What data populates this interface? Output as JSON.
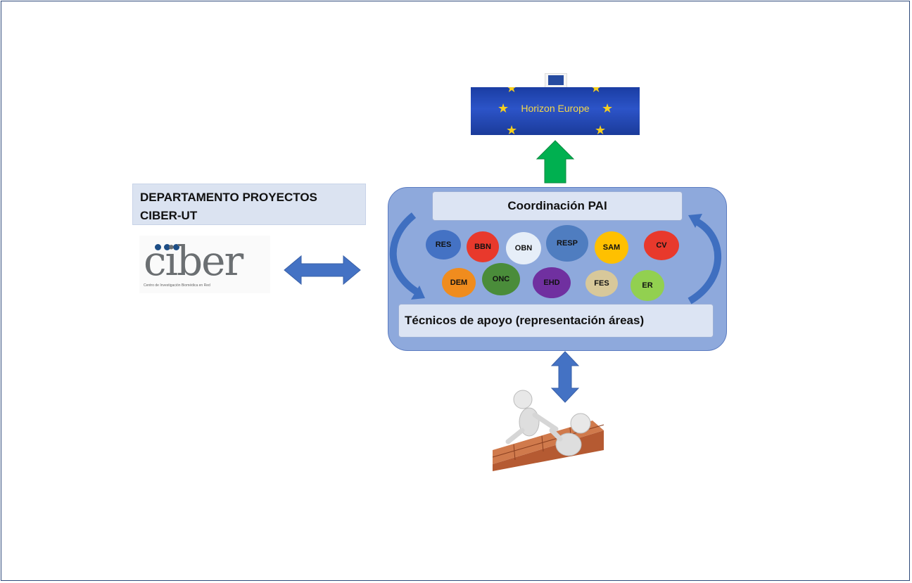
{
  "department": {
    "line1": "DEPARTAMENTO PROYECTOS",
    "line2": "CIBER-UT"
  },
  "ciber_logo": {
    "word": "ciber",
    "subtitle": "Centro de Investigación Biomédica en Red"
  },
  "horizon": {
    "text": "Horizon Europe"
  },
  "coordination": {
    "label": "Coordinación PAI"
  },
  "technicians": {
    "label": "Técnicos de apoyo (representación áreas)"
  },
  "areas": [
    {
      "label": "RES",
      "color": "#4472c4"
    },
    {
      "label": "BBN",
      "color": "#e8392c"
    },
    {
      "label": "OBN",
      "color": "#e6eef8"
    },
    {
      "label": "RESP",
      "color": "#4f7dc0"
    },
    {
      "label": "SAM",
      "color": "#ffc000"
    },
    {
      "label": "CV",
      "color": "#e8392c"
    },
    {
      "label": "DEM",
      "color": "#f08c1e"
    },
    {
      "label": "ONC",
      "color": "#4a8c3a"
    },
    {
      "label": "EHD",
      "color": "#7030a0"
    },
    {
      "label": "FES",
      "color": "#d8c89a"
    },
    {
      "label": "ER",
      "color": "#92d050"
    }
  ],
  "colors": {
    "central_fill": "#8ea9dc",
    "arrow_blue": "#4472c4",
    "arrow_green": "#00b050"
  }
}
